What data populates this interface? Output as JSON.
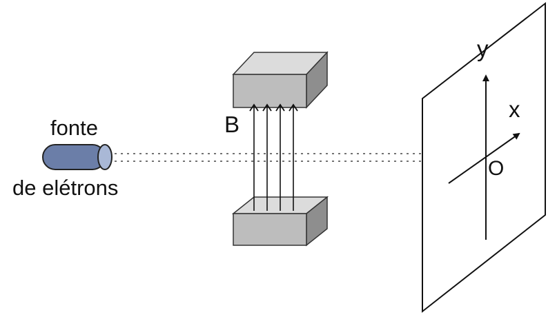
{
  "source": {
    "label_line1": "fonte",
    "label_line2": "de elétrons",
    "body_color": "#6b7ea8",
    "cap_color": "#a9b8d6"
  },
  "magnet": {
    "field_label": "B",
    "field_line_count": 4,
    "block_front_color": "#bdbdbd",
    "block_top_color": "#dcdcdc",
    "block_side_color": "#8e8e8e"
  },
  "screen": {
    "axis_y_label": "y",
    "axis_x_label": "x",
    "origin_label": "O"
  }
}
